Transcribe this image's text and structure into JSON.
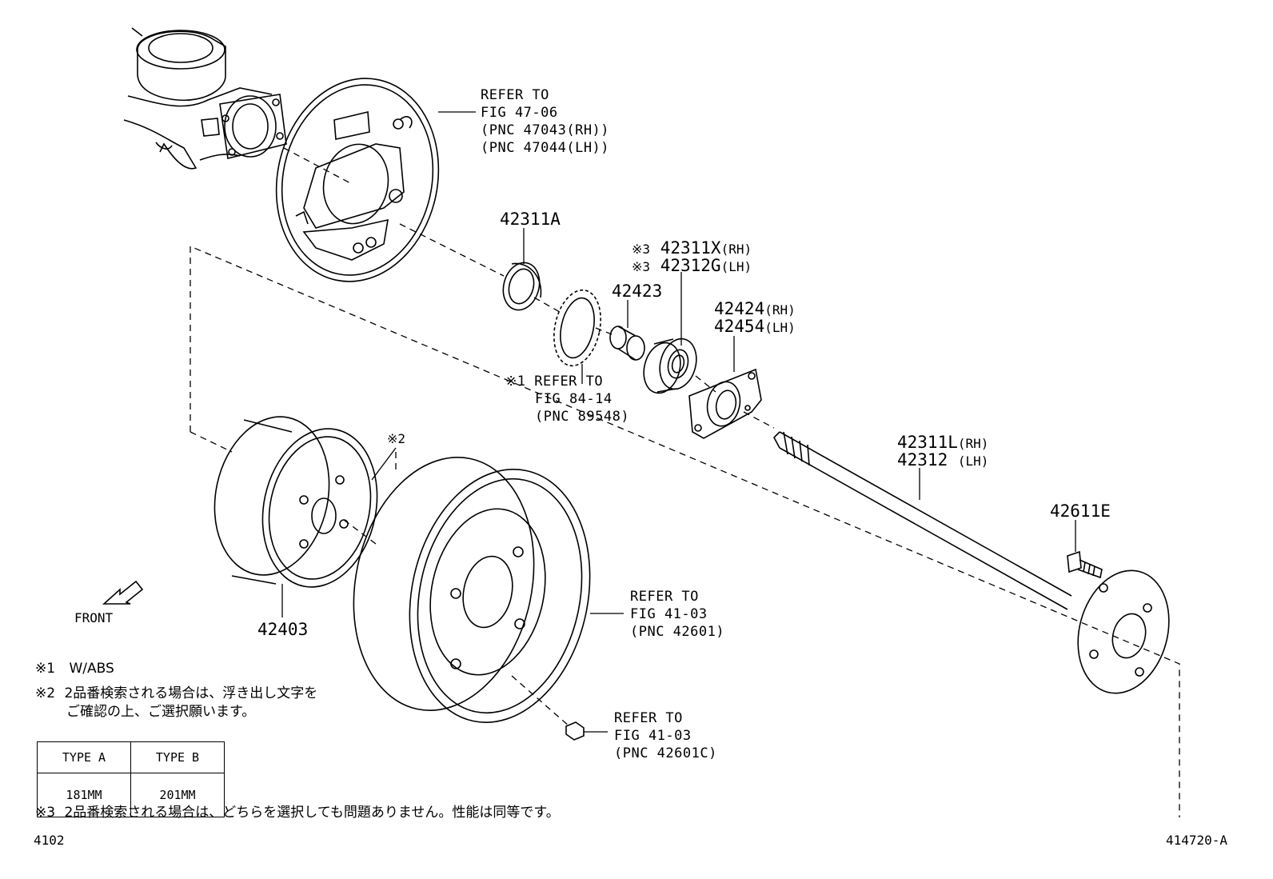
{
  "refs": {
    "backing_plate": [
      "REFER TO",
      "FIG 47-06",
      "(PNC 47043(RH))",
      "(PNC 47044(LH))"
    ],
    "abs_rotor": [
      "REFER TO",
      "FIG 84-14",
      "(PNC 89548)"
    ],
    "wheel": [
      "REFER TO",
      "FIG 41-03",
      "(PNC 42601)"
    ],
    "nut": [
      "REFER TO",
      "FIG 41-03",
      "(PNC 42601C)"
    ]
  },
  "marks": {
    "m1": "※1",
    "m2": "※2",
    "m3a": "※3",
    "m3b": "※3"
  },
  "parts": {
    "p42311A": "42311A",
    "p42311X": "42311X",
    "p42311X_sfx": "(RH)",
    "p42312G": "42312G",
    "p42312G_sfx": "(LH)",
    "p42423": "42423",
    "p42424": "42424",
    "p42424_sfx": "(RH)",
    "p42454": "42454",
    "p42454_sfx": "(LH)",
    "p42311L": "42311L",
    "p42311L_sfx": "(RH)",
    "p42312": "42312",
    "p42312_sfx": "(LH)",
    "p42611E": "42611E",
    "p42403": "42403"
  },
  "front_label": "FRONT",
  "notes": {
    "n1_mark": "※1",
    "n1_text": "W/ABS",
    "n2_mark": "※2",
    "n2_line1": "2品番検索される場合は、浮き出し文字を",
    "n2_line2": "ご確認の上、ご選択願います。",
    "n3_mark": "※3",
    "n3_text": "2品番検索される場合は、どちらを選択しても問題ありません。性能は同等です。"
  },
  "type_table": {
    "headers": [
      "TYPE A",
      "TYPE B"
    ],
    "values": [
      "181MM",
      "201MM"
    ]
  },
  "footer": {
    "left": "4102",
    "right": "414720-A"
  }
}
